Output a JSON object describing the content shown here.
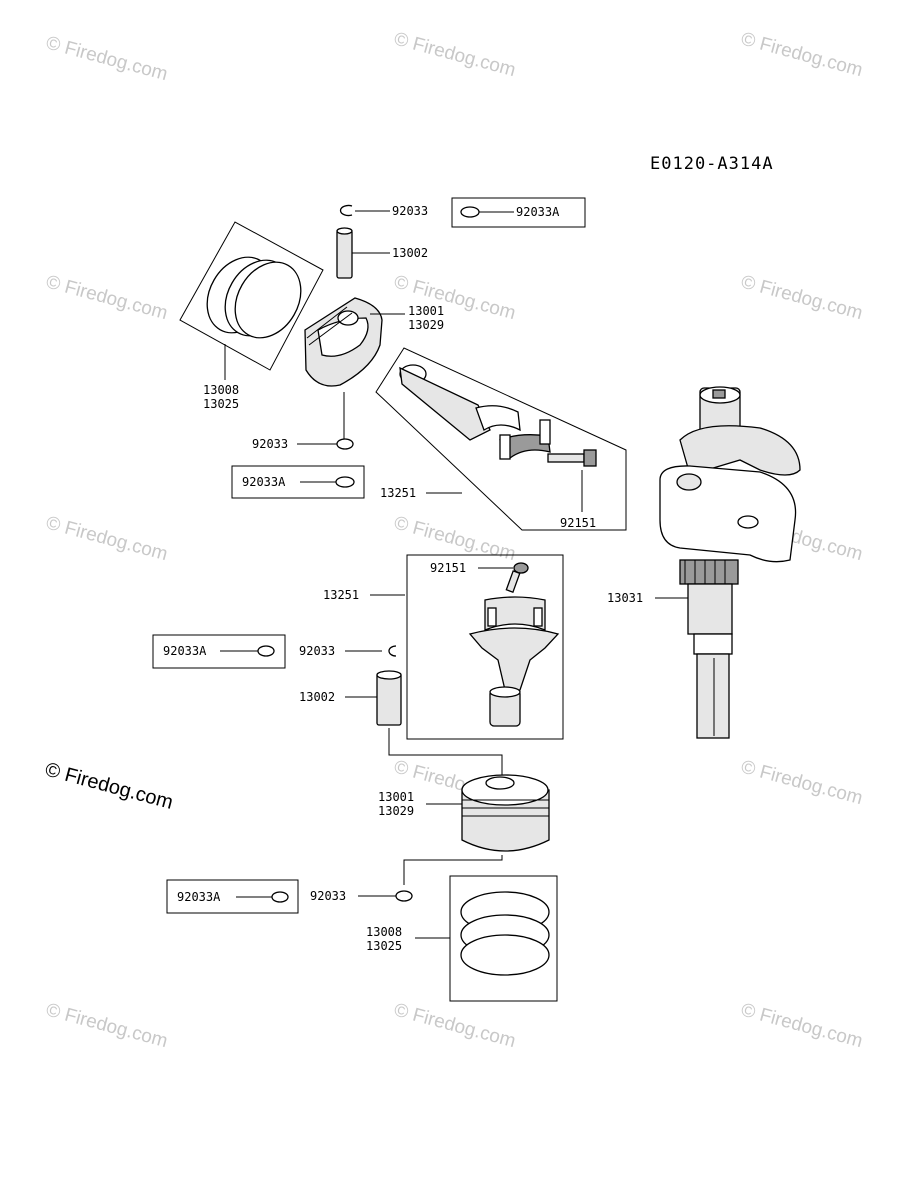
{
  "diagram": {
    "code": "E0120-A314A",
    "watermark": "© Firedog.com",
    "labels": {
      "ring_top_92033": "92033",
      "ring_top_box_92033A": "92033A",
      "pin_top_13002": "13002",
      "piston_top_13001": "13001",
      "piston_top_13029": "13029",
      "rings_top_13008": "13008",
      "rings_top_13025": "13025",
      "ring_mid_92033": "92033",
      "ring_mid_box_92033A": "92033A",
      "rod_top_13251": "13251",
      "bolt_top_92151": "92151",
      "bolt_bot_92151": "92151",
      "rod_bot_13251": "13251",
      "ring_bot_box_92033A": "92033A",
      "ring_bot_92033": "92033",
      "pin_bot_13002": "13002",
      "piston_bot_13001": "13001",
      "piston_bot_13029": "13029",
      "ring_low_box_92033A": "92033A",
      "ring_low_92033": "92033",
      "rings_bot_13008": "13008",
      "rings_bot_13025": "13025",
      "crank_13031": "13031"
    }
  }
}
